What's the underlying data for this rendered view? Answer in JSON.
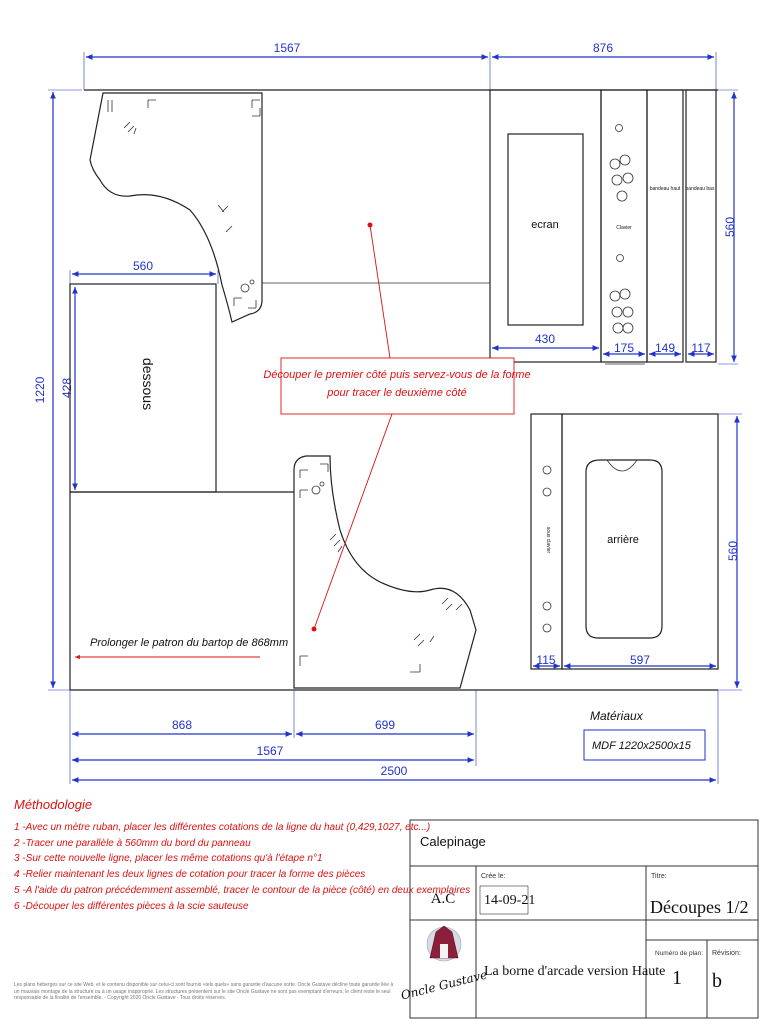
{
  "dimensions": {
    "top_1567": "1567",
    "top_876": "876",
    "left_1220": "1220",
    "left_428": "428",
    "left_560": "560",
    "right_560_top": "560",
    "right_560_bottom": "560",
    "screen_430": "430",
    "controls_175": "175",
    "band_149": "149",
    "band_117": "117",
    "back_115": "115",
    "back_597": "597",
    "bottom_868": "868",
    "bottom_699": "699",
    "bottom_1567": "1567",
    "bottom_2500": "2500"
  },
  "pieces": {
    "dessous": "dessous",
    "ecran": "ecran",
    "clavier": "Clavier",
    "bandeau_haut": "bandeau haut",
    "bandeau_bas": "bandeau bas",
    "sous_clavier": "sous clavier",
    "arriere": "arrière"
  },
  "notes": {
    "callout_line1": "Découper le premier côté puis servez-vous de la forme",
    "callout_line2": "pour tracer le deuxième côté",
    "prolong": "Prolonger le patron du bartop de 868mm"
  },
  "materials": {
    "title": "Matériaux",
    "value": "MDF 1220x2500x15"
  },
  "methodology": {
    "title": "Méthodologie",
    "steps": [
      "1 -Avec un mètre ruban, placer les différentes cotations de la ligne du haut (0,429,1027, etc...)",
      "2 -Tracer une parallèle à 560mm du bord du panneau",
      "3 -Sur cette nouvelle ligne, placer les même cotations qu'à l'étape n°1",
      "4 -Relier maintenant les deux lignes de cotation pour tracer la forme des pièces",
      "5 -A l'aide du patron précédemment assemblé, tracer le contour de la pièce (côté) en deux exemplaires",
      "6 -Découper les différentes pièces à la scie sauteuse"
    ]
  },
  "title_block": {
    "calepinage": "Calepinage",
    "author": "A.C",
    "created_label": "Crée le:",
    "created_date": "14-09-21",
    "title_label": "Titre:",
    "title": "Découpes 1/2",
    "project": "La borne d'arcade version Haute",
    "plan_number_label": "Numéro de plan:",
    "plan_number": "1",
    "revision_label": "Révision:",
    "revision": "b",
    "logo_text": "Oncle Gustave"
  },
  "legal": "Les plans hébergés sur ce site Web, et le contenu disponible sur celui-ci sont fournis «tels quels» sans garantie d'aucune sorte. Oncle Gustave décline toute garantie liée à un mauvais montage de la structure ou à un usage inapproprié. Les structures présentent sur le site Oncle Gustave ne sont pas exemptant d'erreurs, le client reste le seul responsable de la finalité de l'ensemble. - Copyright 2020 Oncle Gustave - Tous droits réservés.",
  "colors": {
    "dimension": "#2233cc",
    "note": "#dd1111",
    "outline": "#222222"
  }
}
